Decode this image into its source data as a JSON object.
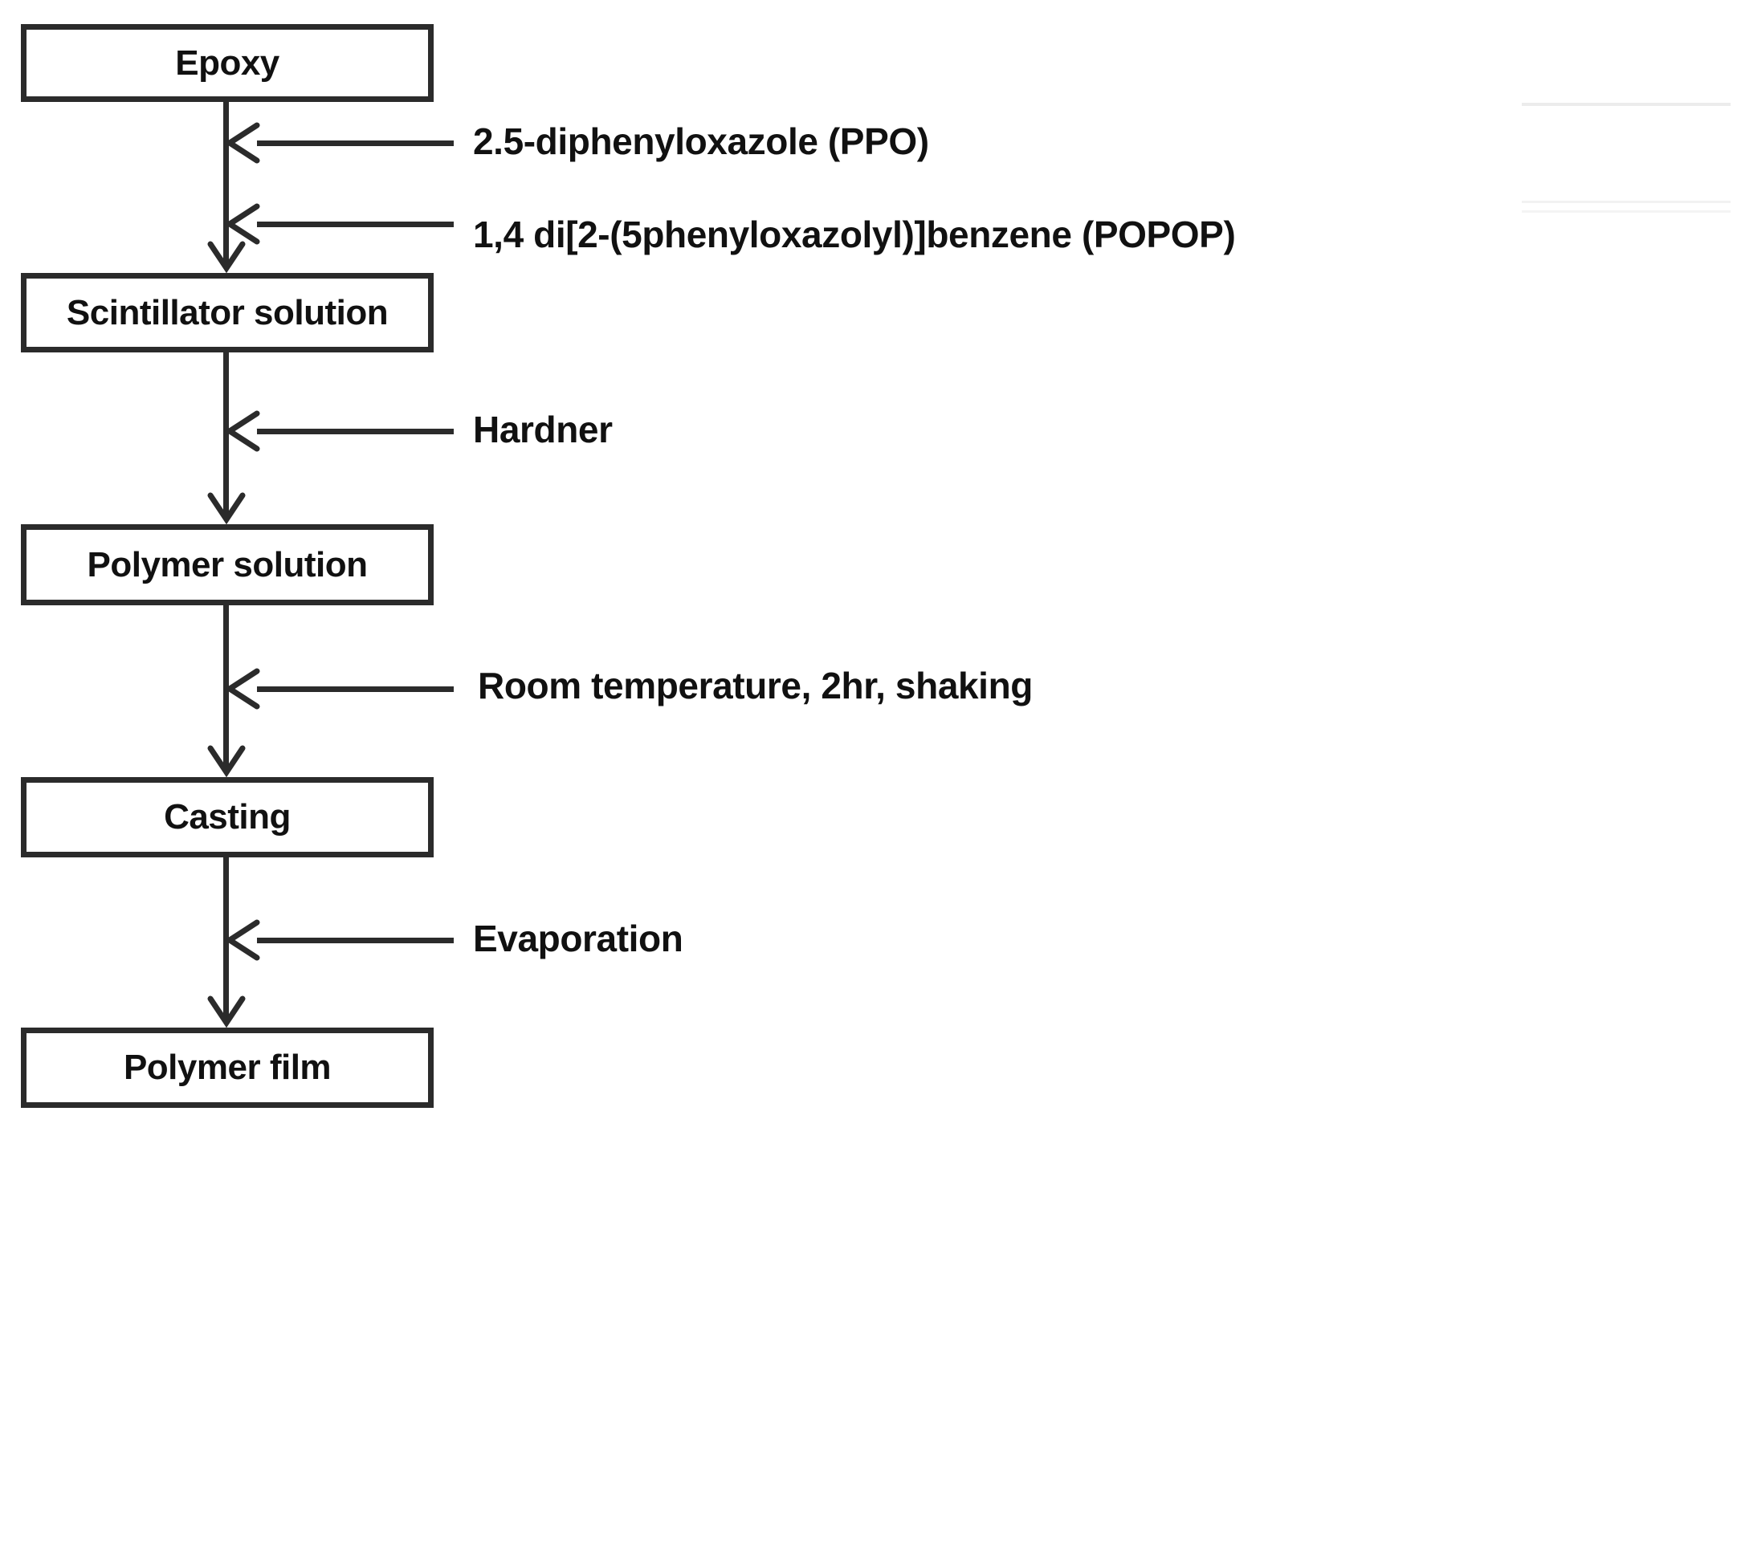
{
  "diagram": {
    "title": "Polymer scintillator film fabrication flowchart",
    "colors": {
      "stroke": "#2b2b2b",
      "text": "#111111",
      "background": "#ffffff",
      "artifact": "#ececec"
    },
    "nodes": [
      {
        "id": "epoxy",
        "label": "Epoxy"
      },
      {
        "id": "scintillator-solution",
        "label": "Scintillator solution"
      },
      {
        "id": "polymer-solution",
        "label": "Polymer solution"
      },
      {
        "id": "casting",
        "label": "Casting"
      },
      {
        "id": "polymer-film",
        "label": "Polymer film"
      }
    ],
    "inputs": [
      {
        "id": "ppo",
        "label": "2.5-diphenyloxazole (PPO)"
      },
      {
        "id": "popop",
        "label": "1,4 di[2-(5phenyloxazolyl)]benzene (POPOP)"
      },
      {
        "id": "hardner",
        "label": "Hardner"
      },
      {
        "id": "room-temperature",
        "label": "Room temperature, 2hr, shaking"
      },
      {
        "id": "evaporation",
        "label": "Evaporation"
      }
    ],
    "flow_sequence": [
      "Epoxy",
      "Scintillator solution",
      "Polymer solution",
      "Casting",
      "Polymer film"
    ]
  }
}
